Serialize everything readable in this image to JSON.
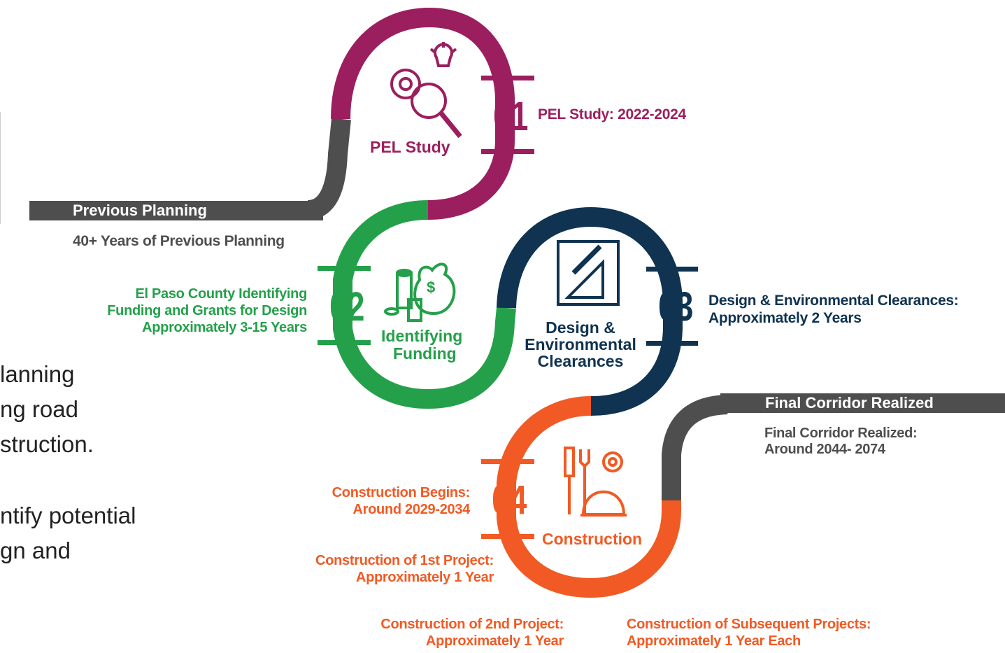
{
  "stages": {
    "pel": {
      "number": "01",
      "title": "PEL Study",
      "label": "PEL Study: 2022-2024"
    },
    "funding": {
      "number": "02",
      "title_line1": "Identifying",
      "title_line2": "Funding",
      "label_line1": "El Paso County Identifying",
      "label_line2": "Funding and Grants for Design",
      "label_line3": "Approximately 3-15 Years"
    },
    "design": {
      "number": "03",
      "title_line1": "Design &",
      "title_line2": "Environmental",
      "title_line3": "Clearances",
      "label_line1": "Design & Environmental Clearances:",
      "label_line2": "Approximately 2 Years"
    },
    "construction": {
      "number": "04",
      "title": "Construction",
      "begins_line1": "Construction Begins:",
      "begins_line2": "Around 2029-2034",
      "first_line1": "Construction of 1st Project:",
      "first_line2": "Approximately 1 Year",
      "second_line1": "Construction of 2nd Project:",
      "second_line2": "Approximately 1 Year",
      "subsequent_line1": "Construction of Subsequent Projects:",
      "subsequent_line2": "Approximately 1 Year Each"
    }
  },
  "previous_planning": {
    "bar_label": "Previous Planning",
    "note": "40+ Years of Previous Planning"
  },
  "final_corridor": {
    "bar_label": "Final Corridor Realized",
    "note_line1": "Final Corridor Realized:",
    "note_line2": "Around 2044- 2074"
  },
  "background_text": {
    "line1": "lanning",
    "line2": "ng road",
    "line3": "struction.",
    "line4": "ntify potential",
    "line5": "gn and",
    "line6": ""
  },
  "colors": {
    "pel": "#9b1f5e",
    "funding": "#24a04a",
    "design": "#0f3350",
    "construction": "#f15a24",
    "gray": "#4e4e4e"
  }
}
